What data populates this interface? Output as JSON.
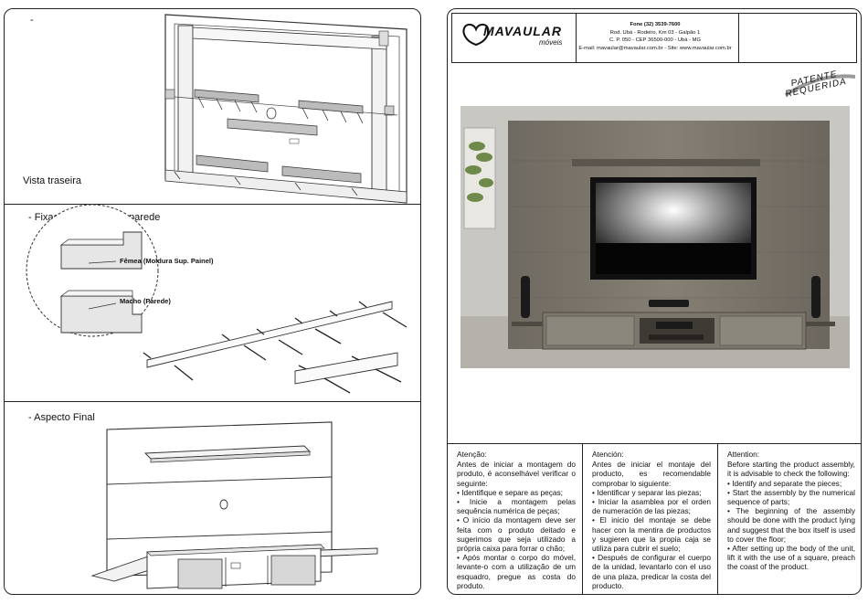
{
  "left_panel": {
    "dash_label": "-",
    "rear_view_label": "Vista traseira",
    "wall_fix_title": "- Fixação da régua na parede",
    "female_label": "Fêmea (Moldura Sup. Painel)",
    "male_label": "Macho (Parede)",
    "final_title": "- Aspecto Final"
  },
  "header": {
    "brand": "MAVAULAR",
    "brand_sub": "móveis",
    "phone": "Fone (32) 3539-7600",
    "address1": "Rod. Ubá - Rodeiro, Km 03 - Galpão 1",
    "address2": "C. P. 050 - CEP 36500-000 - Ubá - MG",
    "email": "E-mail: mavaular@mavaular.com.br - Site: www.mavaular.com.br"
  },
  "patent": {
    "line1": "PATENTE",
    "line2": "REQUERIDA"
  },
  "notes": {
    "pt": {
      "title": "Atenção:",
      "intro": "Antes de iniciar a montagem do produto, é aconselhável verificar o seguinte:",
      "items": [
        "• Identifique e separe as peças;",
        "• Inicie a montagem pelas sequência numérica de peças;",
        "• O início da montagem deve ser feita com o produto deitado e sugerimos que seja utilizado a própria caixa para forrar o chão;",
        "• Após montar o corpo do móvel, levante-o com a utilização de um esquadro, pregue as costa do produto."
      ]
    },
    "es": {
      "title": "Atención:",
      "intro": "Antes de iniciar el montaje del producto, es recomendable comprobar lo siguiente:",
      "items": [
        "• Identificar y separar las piezas;",
        "• Iniciar la asamblea por el orden de numeración de las piezas;",
        "• El inicio del montaje se debe hacer con la mentira de productos y sugieren que la propia caja se utiliza para cubrir el suelo;",
        "• Después de configurar el cuerpo de la unidad, levantarlo con el uso de una plaza, predicar la costa del producto."
      ]
    },
    "en": {
      "title": "Attention:",
      "intro": "Before starting the product assembly, it is advisable to check the following:",
      "items": [
        "• Identify and separate the pieces;",
        "• Start the assembly by the numerical sequence of parts;",
        "• The beginning of the assembly should be done with the product lying and suggest that the box itself is used to cover the floor;",
        "• After setting up the body of the unit, lift it with the use of a square, preach the coast of the product."
      ]
    }
  }
}
